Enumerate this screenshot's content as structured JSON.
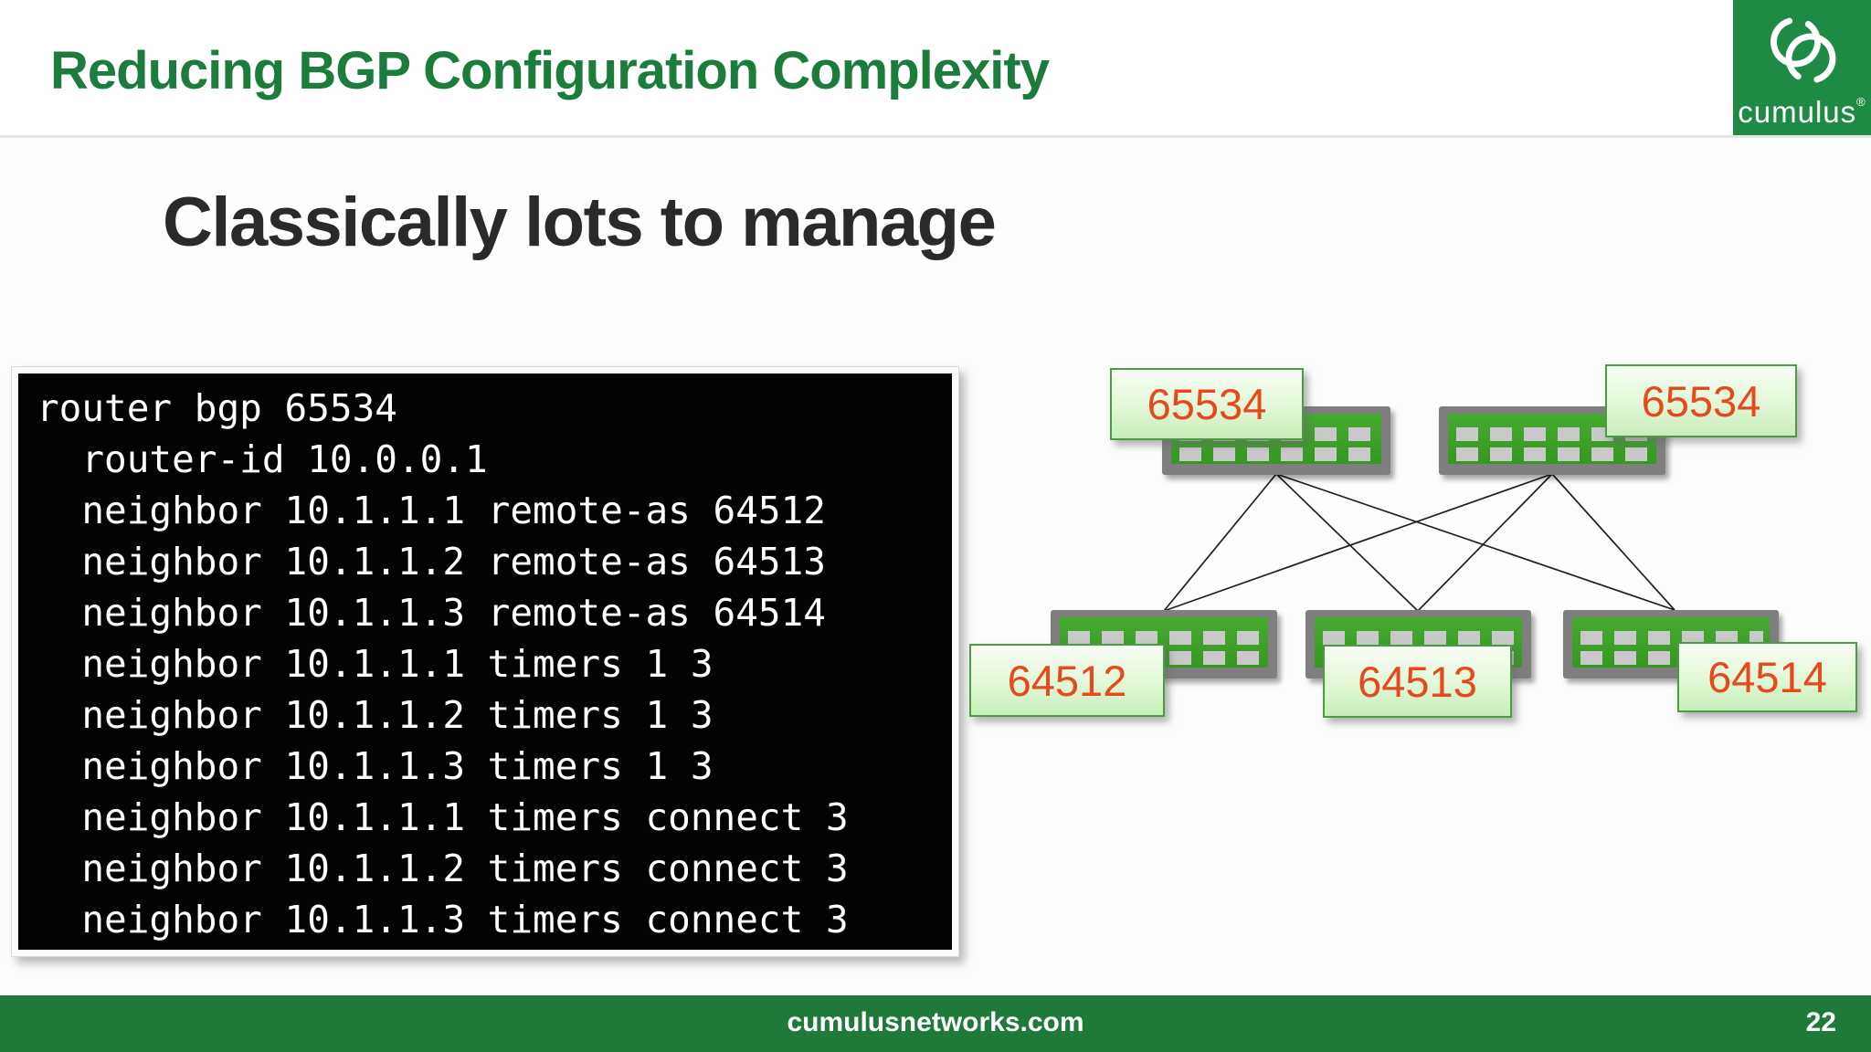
{
  "colors": {
    "brand_green": "#1b7c3b",
    "footer_green": "#1e7a36",
    "logo_green": "#1f8a44",
    "switch_green": "#3da02a",
    "switch_gray": "#7f7f7f",
    "asn_orange": "#e8491c",
    "label_border_green": "#4d9b44",
    "code_background": "#000000",
    "code_text": "#ffffff"
  },
  "header": {
    "title": "Reducing BGP Configuration Complexity"
  },
  "logo": {
    "wordmark": "cumulus",
    "registered_mark": "®",
    "icon": "interlocking-rings-icon"
  },
  "slide": {
    "title": "Classically lots to manage"
  },
  "code_block": {
    "lines": [
      "router bgp 65534",
      "  router-id 10.0.0.1",
      "  neighbor 10.1.1.1 remote-as 64512",
      "  neighbor 10.1.1.2 remote-as 64513",
      "  neighbor 10.1.1.3 remote-as 64514",
      "  neighbor 10.1.1.1 timers 1 3",
      "  neighbor 10.1.1.2 timers 1 3",
      "  neighbor 10.1.1.3 timers 1 3",
      "  neighbor 10.1.1.1 timers connect 3",
      "  neighbor 10.1.1.2 timers connect 3",
      "  neighbor 10.1.1.3 timers connect 3"
    ]
  },
  "diagram": {
    "spine_switches": [
      {
        "asn": "65534"
      },
      {
        "asn": "65534"
      }
    ],
    "leaf_switches": [
      {
        "asn": "64512"
      },
      {
        "asn": "64513"
      },
      {
        "asn": "64514"
      }
    ],
    "topology": "full-mesh spine-leaf, 6 links"
  },
  "footer": {
    "site": "cumulusnetworks.com",
    "page_number": "22"
  }
}
